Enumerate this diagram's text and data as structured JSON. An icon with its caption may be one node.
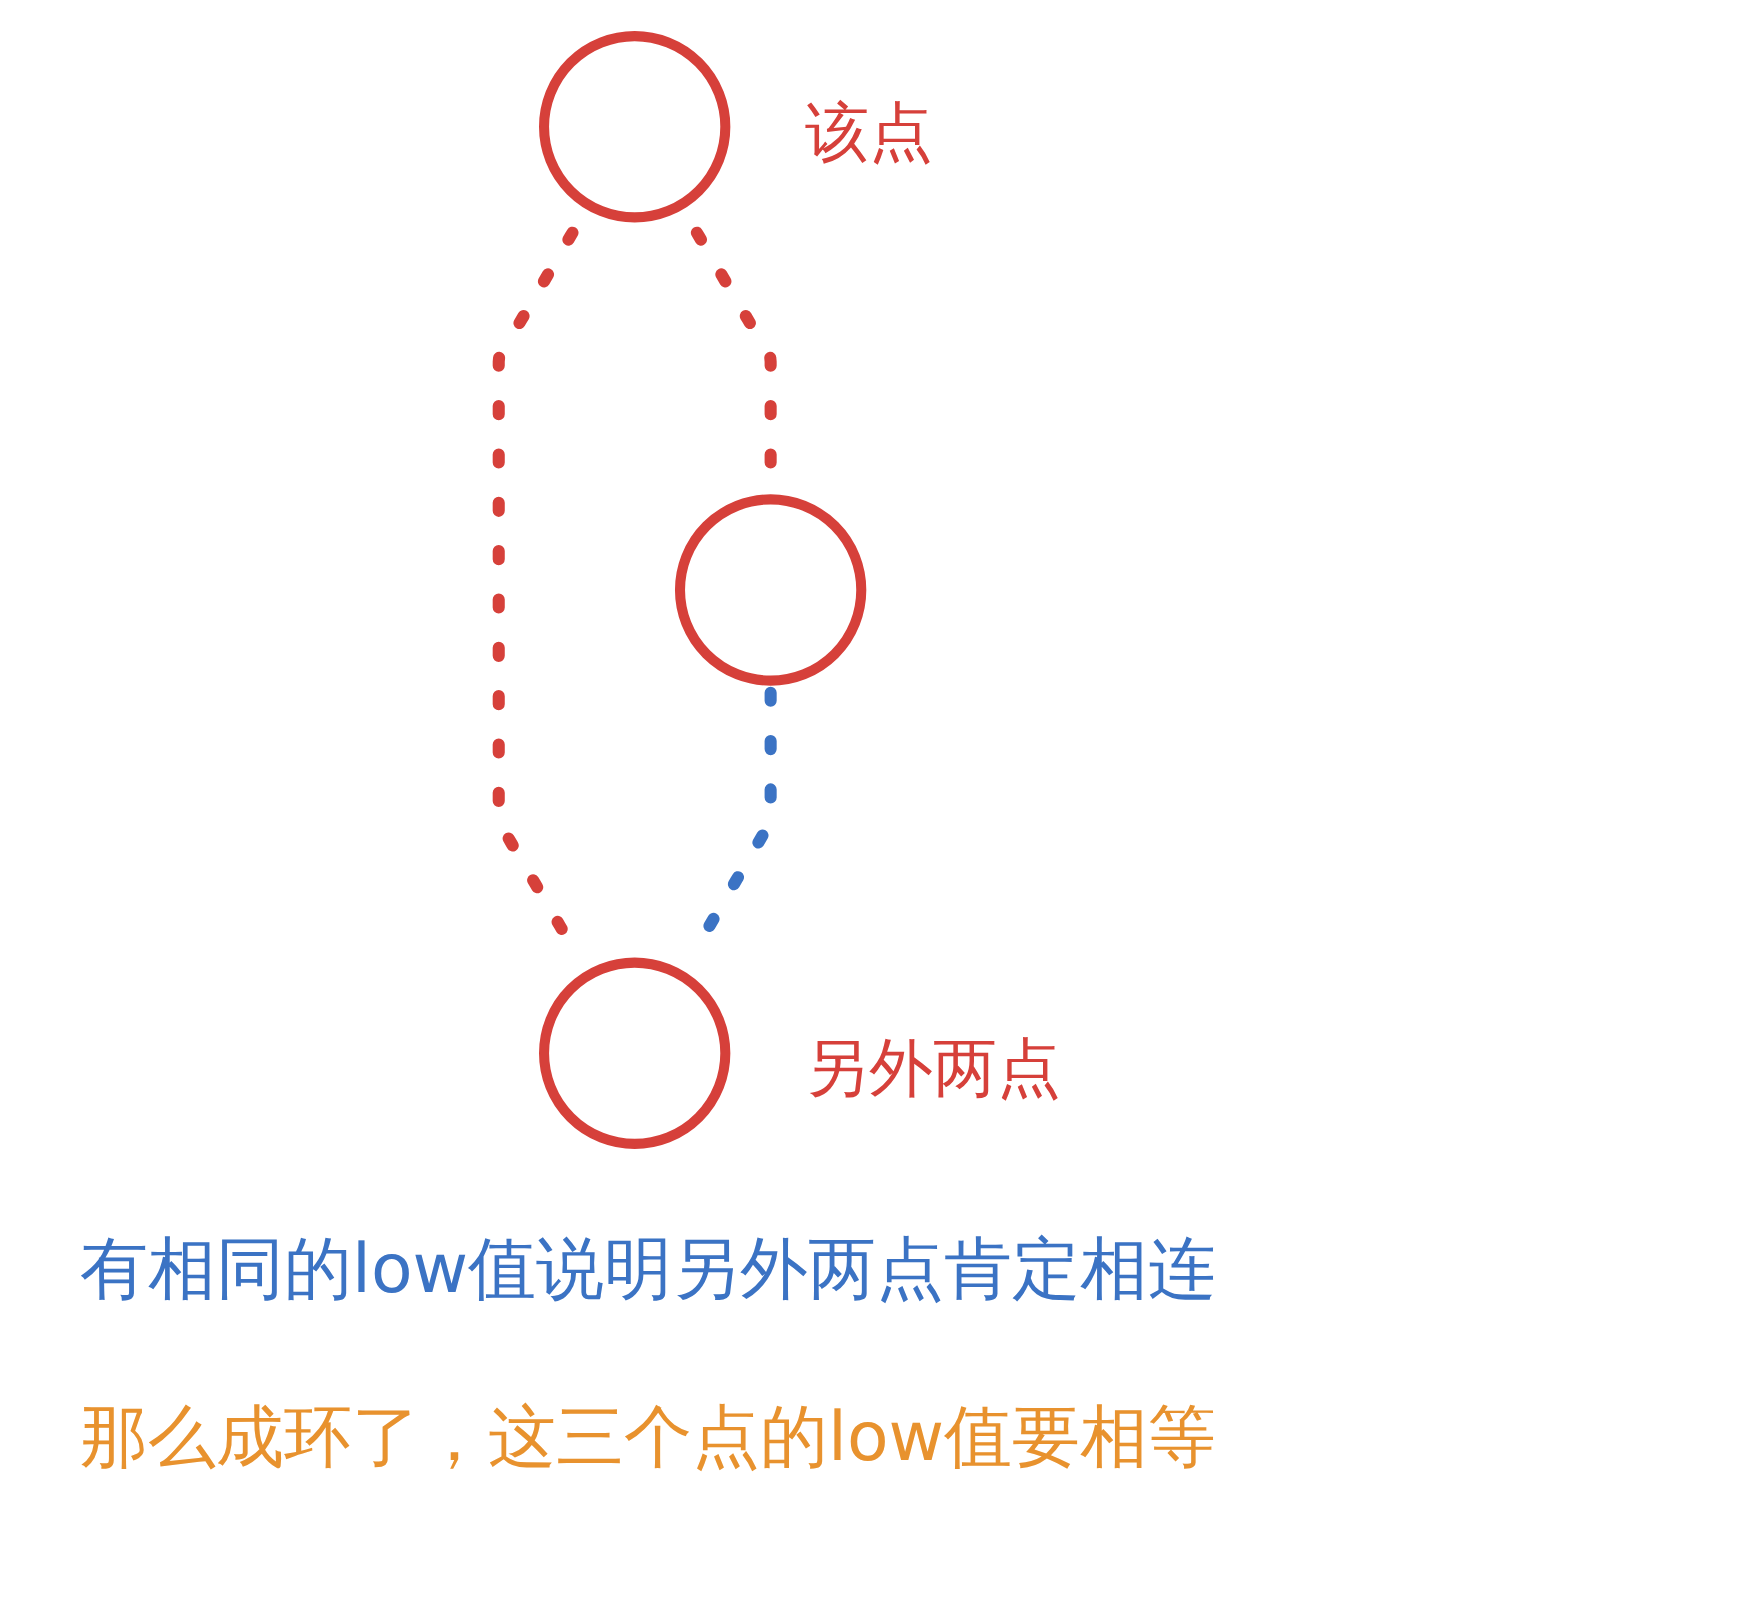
{
  "diagram": {
    "nodes": [
      {
        "text": [],
        "shape": "circle",
        "beside": [
          "该点"
        ]
      },
      {
        "text": [],
        "shape": "circle"
      },
      {
        "text": [],
        "shape": "circle"
      }
    ],
    "edges": [
      {
        "from": 0,
        "to": 1,
        "arrow": "none",
        "style": "dashed",
        "color": "#d6403a"
      },
      {
        "from": 0,
        "to": 2,
        "arrow": "none",
        "style": "dashed",
        "color": "#d6403a"
      },
      {
        "from": 1,
        "to": 2,
        "arrow": "none",
        "style": "dashed",
        "color": "#3b73c4"
      }
    ],
    "labels": [
      "另外两点",
      "有相同的low值说明另外两点肯定相连",
      "那么成环了，这三个点的low值要相等"
    ]
  }
}
